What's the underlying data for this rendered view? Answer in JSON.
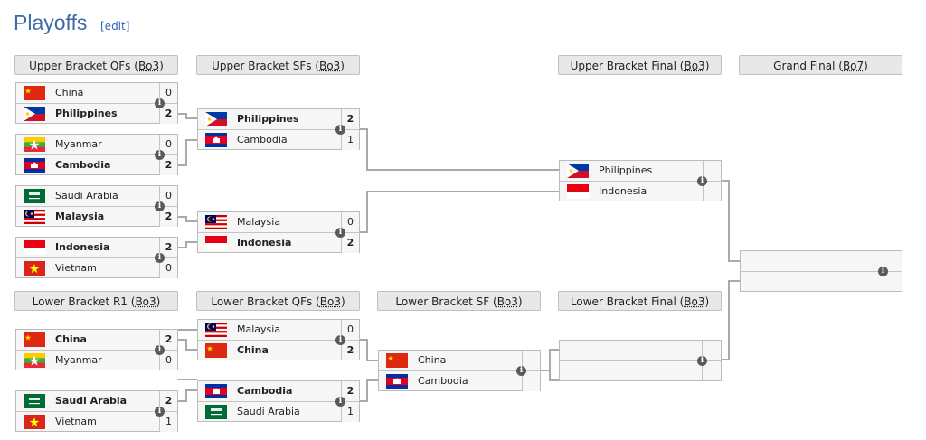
{
  "page": {
    "title": "Playoffs",
    "edit": "[edit]"
  },
  "headers": {
    "ubqf": {
      "text": "Upper Bracket QFs (",
      "bo": "Bo3",
      "close": ")"
    },
    "ubsf": {
      "text": "Upper Bracket SFs (",
      "bo": "Bo3",
      "close": ")"
    },
    "ubf": {
      "text": "Upper Bracket Final (",
      "bo": "Bo3",
      "close": ")"
    },
    "gf": {
      "text": "Grand Final (",
      "bo": "Bo7",
      "close": ")"
    },
    "lbr1": {
      "text": "Lower Bracket R1 (",
      "bo": "Bo3",
      "close": ")"
    },
    "lbqf": {
      "text": "Lower Bracket QFs (",
      "bo": "Bo3",
      "close": ")"
    },
    "lbsf": {
      "text": "Lower Bracket SF (",
      "bo": "Bo3",
      "close": ")"
    },
    "lbf": {
      "text": "Lower Bracket Final (",
      "bo": "Bo3",
      "close": ")"
    }
  },
  "matches": {
    "ubqf1": {
      "t1": {
        "name": "China",
        "score": "0"
      },
      "t2": {
        "name": "Philippines",
        "score": "2"
      }
    },
    "ubqf2": {
      "t1": {
        "name": "Myanmar",
        "score": "0"
      },
      "t2": {
        "name": "Cambodia",
        "score": "2"
      }
    },
    "ubqf3": {
      "t1": {
        "name": "Saudi Arabia",
        "score": "0"
      },
      "t2": {
        "name": "Malaysia",
        "score": "2"
      }
    },
    "ubqf4": {
      "t1": {
        "name": "Indonesia",
        "score": "2"
      },
      "t2": {
        "name": "Vietnam",
        "score": "0"
      }
    },
    "ubsf1": {
      "t1": {
        "name": "Philippines",
        "score": "2"
      },
      "t2": {
        "name": "Cambodia",
        "score": "1"
      }
    },
    "ubsf2": {
      "t1": {
        "name": "Malaysia",
        "score": "0"
      },
      "t2": {
        "name": "Indonesia",
        "score": "2"
      }
    },
    "ubf": {
      "t1": {
        "name": "Philippines",
        "score": ""
      },
      "t2": {
        "name": "Indonesia",
        "score": ""
      }
    },
    "lbr1a": {
      "t1": {
        "name": "China",
        "score": "2"
      },
      "t2": {
        "name": "Myanmar",
        "score": "0"
      }
    },
    "lbr1b": {
      "t1": {
        "name": "Saudi Arabia",
        "score": "2"
      },
      "t2": {
        "name": "Vietnam",
        "score": "1"
      }
    },
    "lbqf1": {
      "t1": {
        "name": "Malaysia",
        "score": "0"
      },
      "t2": {
        "name": "China",
        "score": "2"
      }
    },
    "lbqf2": {
      "t1": {
        "name": "Cambodia",
        "score": "2"
      },
      "t2": {
        "name": "Saudi Arabia",
        "score": "1"
      }
    },
    "lbsf": {
      "t1": {
        "name": "China",
        "score": ""
      },
      "t2": {
        "name": "Cambodia",
        "score": ""
      }
    }
  },
  "info_glyph": "i",
  "colors": {
    "title": "#3f6aa8",
    "link": "#3366bb",
    "line": "#aaaaaa"
  }
}
